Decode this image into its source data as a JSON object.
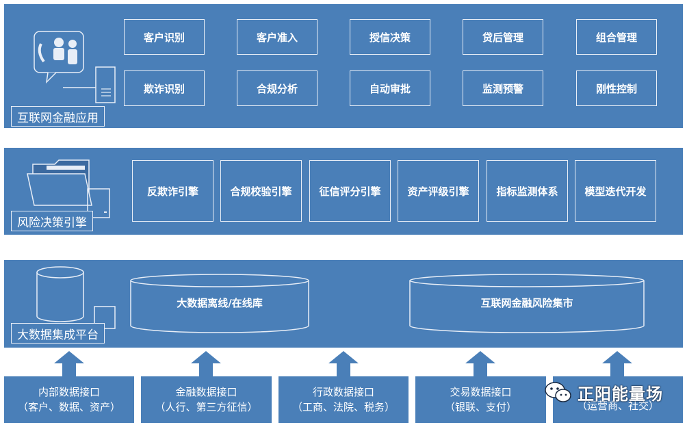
{
  "layers": {
    "app": {
      "label": "互联网金融应用",
      "items": [
        "客户识别",
        "客户准入",
        "授信决策",
        "贷后管理",
        "组合管理",
        "欺诈识别",
        "合规分析",
        "自动审批",
        "监测预警",
        "刚性控制"
      ]
    },
    "engine": {
      "label": "风险决策引擎",
      "items": [
        "反欺诈引擎",
        "合规校验引擎",
        "征信评分引擎",
        "资产评级引擎",
        "指标监测体系",
        "模型迭代开发"
      ]
    },
    "platform": {
      "label": "大数据集成平台",
      "items": [
        "大数据离线/在线库",
        "互联网金融风险集市"
      ]
    }
  },
  "interfaces": [
    {
      "line1": "内部数据接口",
      "line2": "（客户、数据、资产）"
    },
    {
      "line1": "金融数据接口",
      "line2": "（人行、第三方征信）"
    },
    {
      "line1": "行政数据接口",
      "line2": "（工商、法院、税务）"
    },
    {
      "line1": "交易数据接口",
      "line2": "（银联、支付）"
    },
    {
      "line1": "",
      "line2": "（运营商、社交）"
    }
  ],
  "watermark": "正阳能量场",
  "colors": {
    "layer": "#4a7fb8",
    "border": "#e8eef7",
    "arrow": "#4a7fb8"
  }
}
